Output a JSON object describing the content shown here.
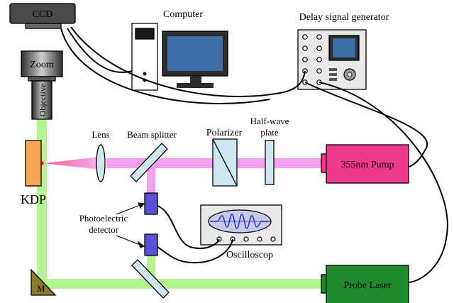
{
  "labels": {
    "ccd": "CCD",
    "zoom": "Zoom",
    "objective": "Objective",
    "computer": "Computer",
    "delay_generator": "Delay signal generator",
    "lens": "Lens",
    "beam_splitter": "Beam splitter",
    "polarizer": "Polarizer",
    "half_wave_line1": "Half-wave",
    "half_wave_line2": "plate",
    "pump": "355nm Pump",
    "kdp": "KDP",
    "photo_line1": "Photoelectric",
    "photo_line2": "detector",
    "oscilloscope": "Oscilloscop",
    "mirror": "M",
    "probe": "Probe Laser"
  },
  "colors": {
    "probe_beam": "#b5f58f",
    "pump_beam": "#f59ff0",
    "pump_laser": "#f0398a",
    "probe_laser": "#1f8a2c",
    "kdp_crystal": "#f5a554",
    "detector": "#5a4fd6",
    "optic": "#cfe8f0",
    "screen": "#3f6ea6",
    "mirror": "#8a7a2a",
    "device_gray": "#b8b8b8",
    "panel_gray": "#e9e9e9",
    "dark_gray": "#4a4a4a"
  }
}
